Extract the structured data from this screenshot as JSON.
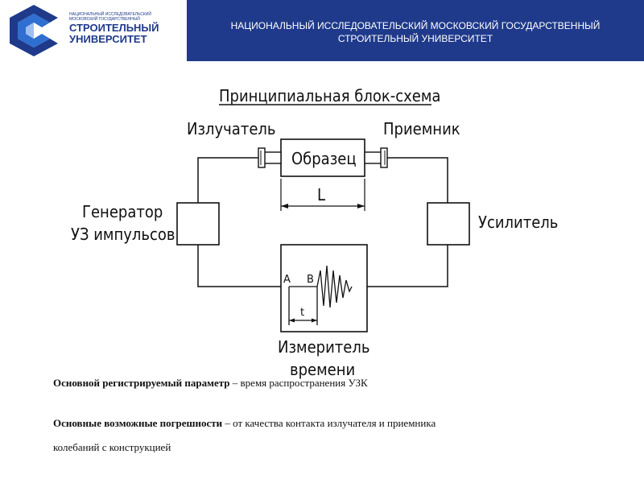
{
  "header": {
    "logo_line_small": "НАЦИОНАЛЬНЫЙ ИССЛЕДОВАТЕЛЬСКИЙ МОСКОВСКИЙ ГОСУДАРСТВЕННЫЙ",
    "logo_line_big_1": "СТРОИТЕЛЬНЫЙ",
    "logo_line_big_2": "УНИВЕРСИТЕТ",
    "banner_line_1": "НАЦИОНАЛЬНЫЙ ИССЛЕДОВАТЕЛЬСКИЙ МОСКОВСКИЙ ГОСУДАРСТВЕННЫЙ",
    "banner_line_2": "СТРОИТЕЛЬНЫЙ   УНИВЕРСИТЕТ",
    "colors": {
      "brand_blue": "#1f3a8a",
      "logo_light": "#2f6fd1"
    }
  },
  "diagram": {
    "title": "Принципиальная блок-схема",
    "emitter_label": "Излучатель",
    "receiver_label": "Приемник",
    "sample_label": "Образец",
    "length_label": "L",
    "generator_label_1": "Генератор",
    "generator_label_2": "УЗ импульсов",
    "amplifier_label": "Усилитель",
    "point_a": "A",
    "point_b": "B",
    "time_label": "t",
    "meter_label_1": "Измеритель",
    "meter_label_2": "времени"
  },
  "text": {
    "param_bold": "Основной регистрируемый параметр",
    "param_rest": " – время распространения УЗК",
    "errors_bold": "Основные возможные погрешности",
    "errors_rest": " – от качества контакта излучателя и приемника",
    "errors_line2": "колебаний с конструкцией"
  }
}
